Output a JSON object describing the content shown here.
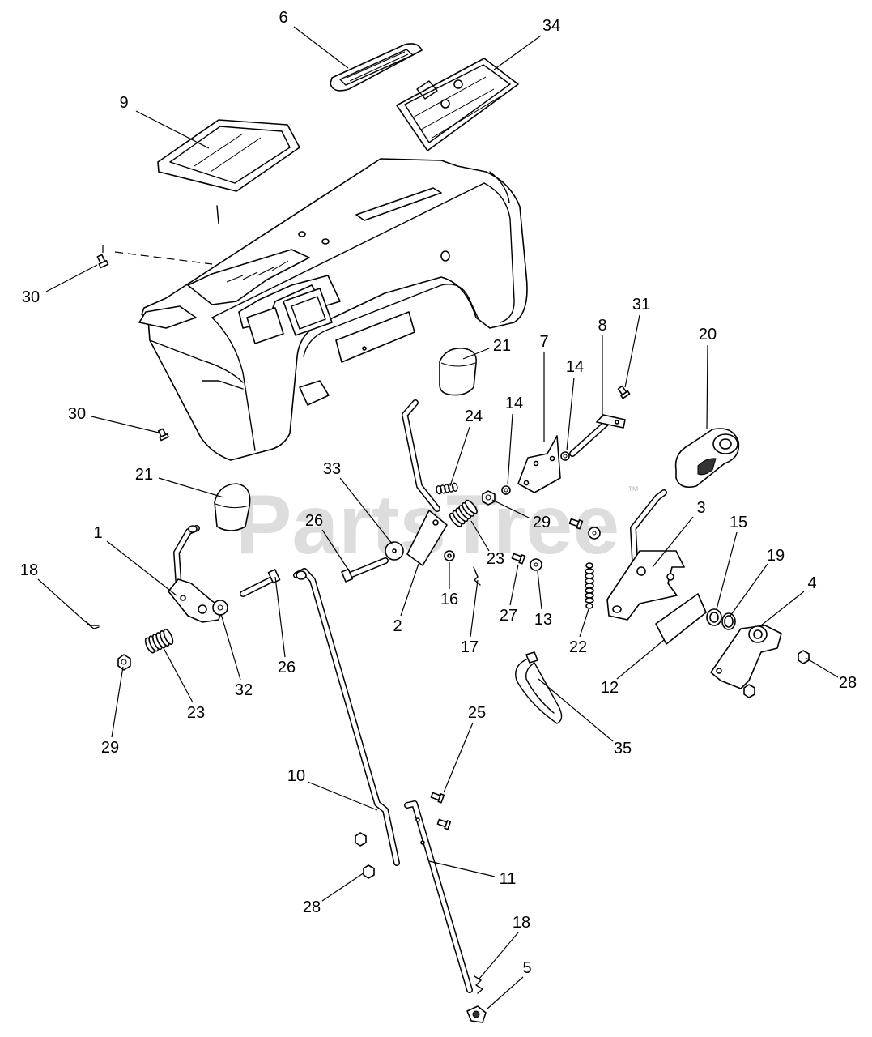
{
  "watermark": {
    "brand": "PartsTree",
    "mark": "™"
  },
  "callouts": [
    "6",
    "34",
    "9",
    "30",
    "30",
    "21",
    "21",
    "7",
    "8",
    "31",
    "20",
    "14",
    "14",
    "24",
    "33",
    "26",
    "29",
    "3",
    "15",
    "19",
    "4",
    "1",
    "18",
    "2",
    "16",
    "23",
    "17",
    "27",
    "13",
    "22",
    "12",
    "28",
    "23",
    "32",
    "26",
    "29",
    "35",
    "25",
    "10",
    "11",
    "28",
    "18",
    "5"
  ]
}
